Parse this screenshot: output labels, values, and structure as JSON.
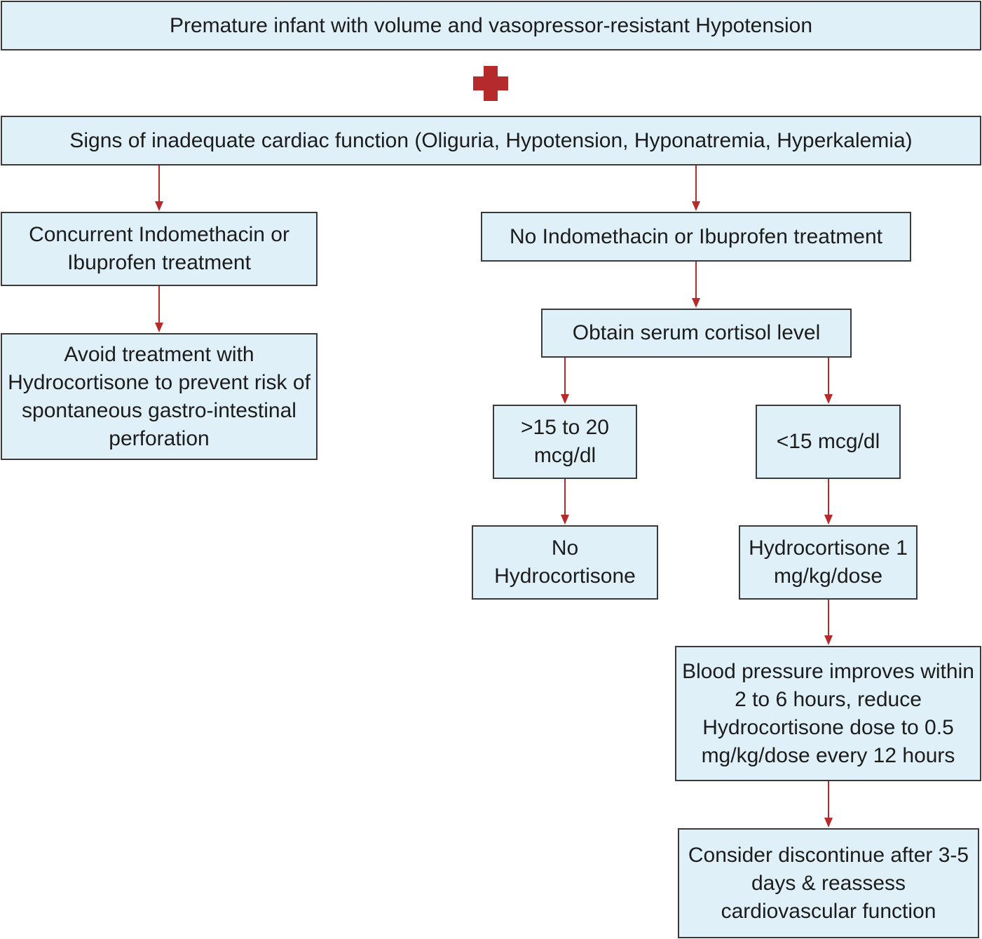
{
  "nodes": {
    "top": "Premature infant with volume and vasopressor-resistant Hypotension",
    "signs": "Signs of inadequate cardiac function (Oliguria, Hypotension, Hyponatremia, Hyperkalemia)",
    "concurrent": "Concurrent Indomethacin or Ibuprofen treatment",
    "avoid": "Avoid treatment with Hydrocortisone to prevent risk of spontaneous gastro-intestinal perforation",
    "no_indo": "No Indomethacin or Ibuprofen treatment",
    "obtain": "Obtain serum cortisol level",
    "high": ">15 to 20 mcg/dl",
    "low": "<15 mcg/dl",
    "no_hc": "No Hydrocortisone",
    "hc_dose": "Hydrocortisone 1 mg/kg/dose",
    "bp": "Blood pressure improves within 2 to 6 hours, reduce Hydrocortisone dose to 0.5 mg/kg/dose every 12 hours",
    "consider": "Consider discontinue after 3-5 days & reassess cardiovascular function"
  },
  "colors": {
    "box_fill": "#dff0f8",
    "box_border": "#3a3a3a",
    "arrow": "#b52a2a",
    "plus": "#b52a2a"
  },
  "icons": {
    "plus": "plus-icon"
  }
}
